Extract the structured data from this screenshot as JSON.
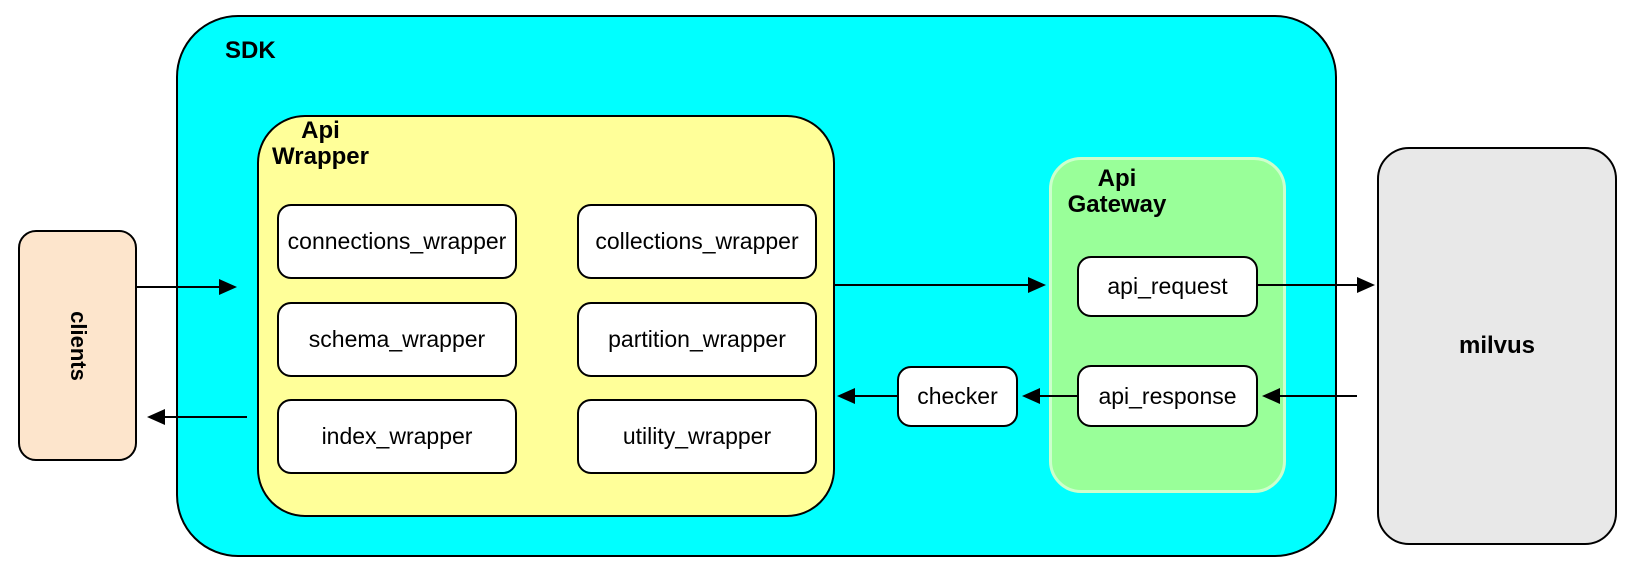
{
  "diagram": {
    "clients": {
      "label": "clients"
    },
    "sdk": {
      "label": "SDK",
      "api_wrapper": {
        "label": "Api\nWrapper",
        "modules": [
          "connections_wrapper",
          "collections_wrapper",
          "schema_wrapper",
          "partition_wrapper",
          "index_wrapper",
          "utility_wrapper"
        ]
      },
      "checker": {
        "label": "checker"
      },
      "api_gateway": {
        "label": "Api\nGateway",
        "nodes": [
          "api_request",
          "api_response"
        ]
      }
    },
    "milvus": {
      "label": "milvus"
    },
    "arrows": [
      {
        "from": "clients",
        "to": "sdk"
      },
      {
        "from": "sdk",
        "to": "clients"
      },
      {
        "from": "api_wrapper",
        "to": "api_gateway"
      },
      {
        "from": "api_request",
        "to": "milvus"
      },
      {
        "from": "milvus",
        "to": "api_response"
      },
      {
        "from": "api_response",
        "to": "checker"
      },
      {
        "from": "checker",
        "to": "api_wrapper"
      }
    ],
    "colors": {
      "sdk_fill": "#00ffff",
      "api_wrapper_fill": "#ffff99",
      "api_gateway_fill": "#99ff99",
      "clients_fill": "#fde5cc",
      "milvus_fill": "#e8e8e8",
      "node_fill": "#ffffff",
      "border": "#000000"
    }
  }
}
